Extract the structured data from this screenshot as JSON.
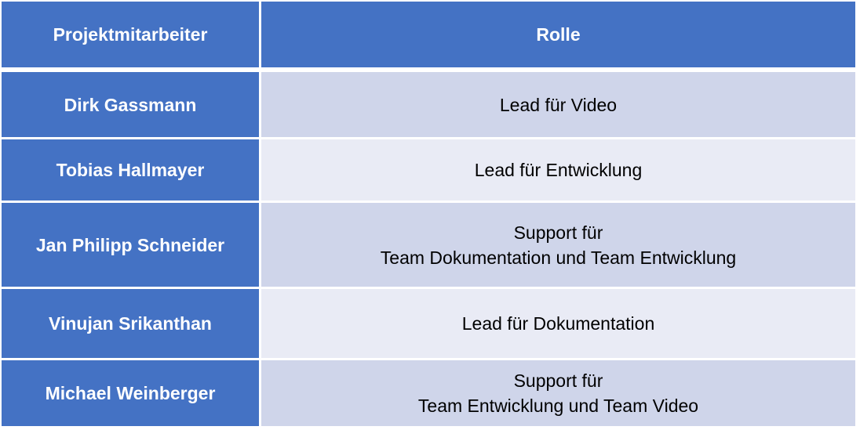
{
  "table": {
    "headers": [
      "Projektmitarbeiter",
      "Rolle"
    ],
    "rows": [
      {
        "name": "Dirk Gassmann",
        "role": "Lead für Video"
      },
      {
        "name": "Tobias Hallmayer",
        "role": "Lead für Entwicklung"
      },
      {
        "name": "Jan Philipp Schneider",
        "role": "Support für\nTeam Dokumentation und Team Entwicklung"
      },
      {
        "name": "Vinujan Srikanthan",
        "role": "Lead für Dokumentation"
      },
      {
        "name": "Michael Weinberger",
        "role": "Support für\nTeam Entwicklung und Team Video"
      }
    ]
  },
  "colors": {
    "header_bg": "#4472c4",
    "row_odd_bg": "#cfd5ea",
    "row_even_bg": "#e9ebf5"
  }
}
